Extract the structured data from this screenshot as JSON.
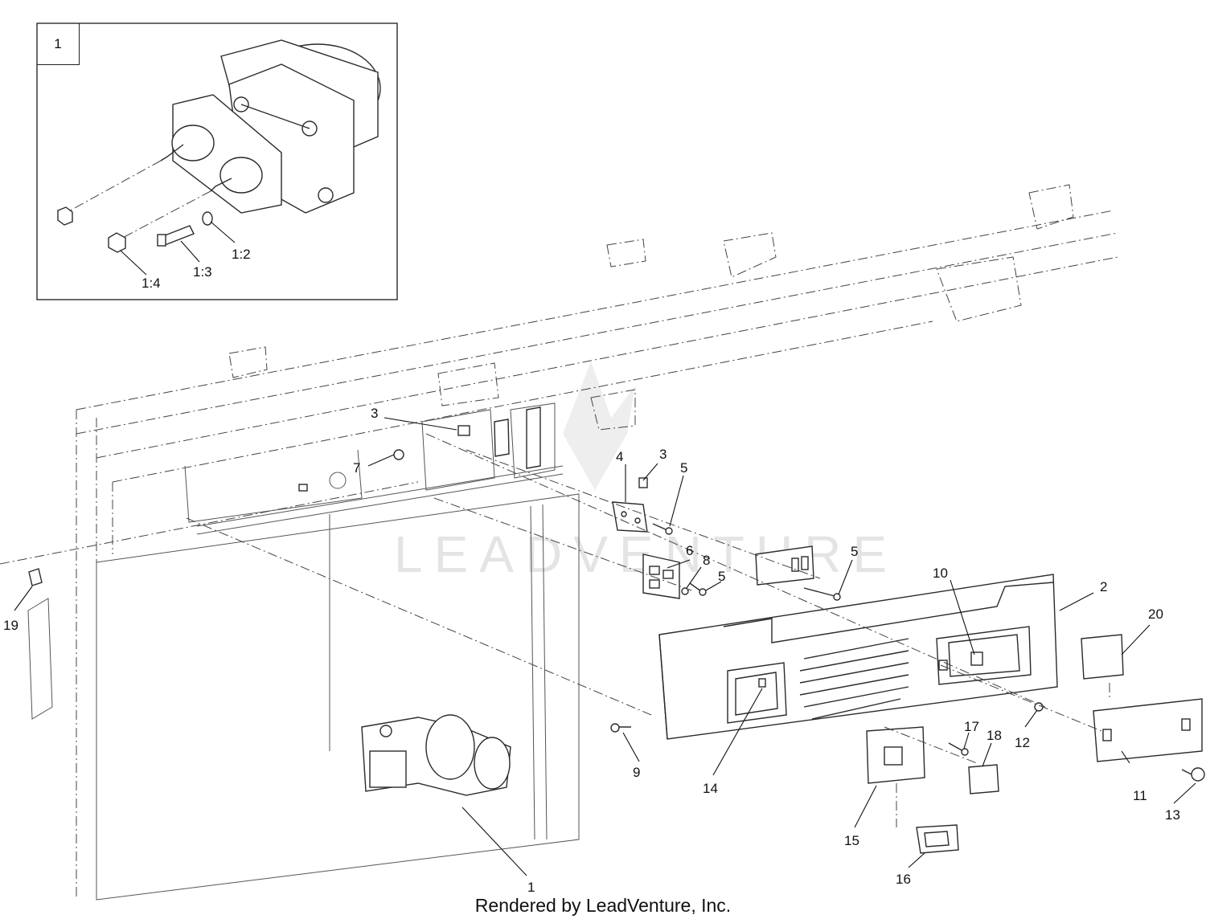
{
  "inset": {
    "box_label": "1",
    "callouts": [
      "1:2",
      "1:3",
      "1:4"
    ]
  },
  "callouts": [
    "1",
    "2",
    "3",
    "3",
    "4",
    "5",
    "5",
    "5",
    "6",
    "7",
    "8",
    "9",
    "10",
    "11",
    "12",
    "13",
    "14",
    "15",
    "16",
    "17",
    "18",
    "19",
    "20"
  ],
  "watermark": "LEADVENTURE",
  "footer": "Rendered by LeadVenture, Inc."
}
